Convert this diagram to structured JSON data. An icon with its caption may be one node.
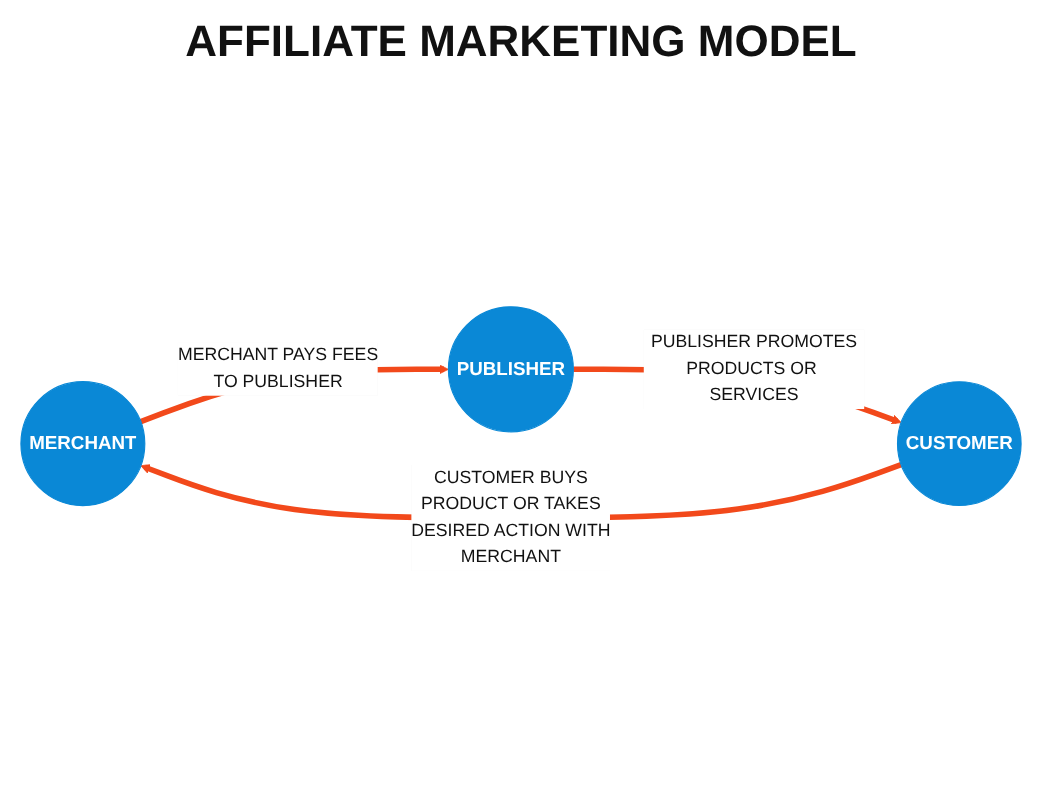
{
  "diagram": {
    "title": "AFFILIATE MARKETING MODEL",
    "nodes": [
      {
        "text": [
          "PUBLISHER"
        ]
      },
      {
        "text": [
          "MERCHANT"
        ]
      },
      {
        "text": [
          "CUSTOMER"
        ]
      }
    ],
    "edges": [
      {
        "from": 1,
        "to": 0,
        "arrow": "to",
        "label": "MERCHANT PAYS FEES TO PUBLISHER"
      },
      {
        "from": 0,
        "to": 2,
        "arrow": "to",
        "label": "PUBLISHER PROMOTES PRODUCTS OR SERVICES"
      },
      {
        "from": 2,
        "to": 1,
        "arrow": "to",
        "label": "CUSTOMER BUYS PRODUCT OR TAKES DESIRED ACTION WITH MERCHANT"
      }
    ]
  }
}
